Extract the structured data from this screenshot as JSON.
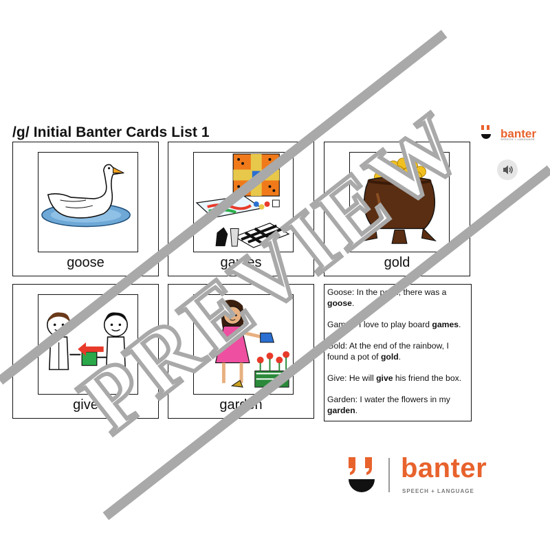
{
  "page": {
    "title": "/g/ Initial Banter Cards List 1"
  },
  "brand": {
    "name": "banter",
    "tagline": "SPEECH + LANGUAGE",
    "accent": "#e8622c"
  },
  "audio": {
    "icon": "speaker-icon"
  },
  "cards": [
    {
      "word": "goose",
      "icon": "goose-icon"
    },
    {
      "word": "games",
      "icon": "board-games-icon"
    },
    {
      "word": "gold",
      "icon": "pot-of-gold-icon"
    },
    {
      "word": "give",
      "icon": "give-box-icon"
    },
    {
      "word": "garden",
      "icon": "garden-icon"
    }
  ],
  "sentences": [
    {
      "prefix": "Goose: In the pond, there was a ",
      "bold": "goose",
      "suffix": "."
    },
    {
      "prefix": "Games: I love to play board ",
      "bold": "games",
      "suffix": "."
    },
    {
      "prefix": "Gold: At the end of the rainbow, I found a  pot of ",
      "bold": "gold",
      "suffix": "."
    },
    {
      "prefix": "Give: He will ",
      "bold": "give",
      "suffix": " his friend the box."
    },
    {
      "prefix": "Garden: I water the flowers in my ",
      "bold": "garden",
      "suffix": "."
    }
  ],
  "watermark": {
    "text": "PREVIEW",
    "color": "#a9a9a9"
  }
}
